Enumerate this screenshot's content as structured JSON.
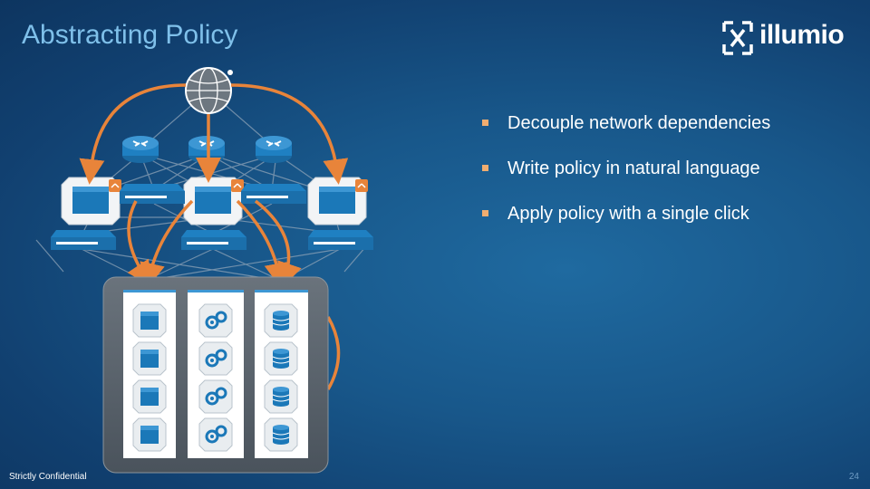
{
  "slide": {
    "title": "Abstracting Policy",
    "brand": "illumio",
    "bullets": [
      "Decouple network dependencies",
      "Write policy in natural language",
      "Apply policy with a single click"
    ],
    "footer_left": "Strictly Confidential",
    "page_number": "24"
  },
  "colors": {
    "background": "#15548a",
    "title": "#7fc0ea",
    "bullet_marker": "#f0ad70",
    "arrow": "#e8843a",
    "device": "#1b78b8",
    "panel": "#5a6470"
  },
  "diagram": {
    "icons": [
      "globe-icon",
      "router-icon",
      "firewall-icon",
      "switch-icon",
      "server-icon",
      "gear-icon",
      "database-icon",
      "lock-icon"
    ]
  }
}
